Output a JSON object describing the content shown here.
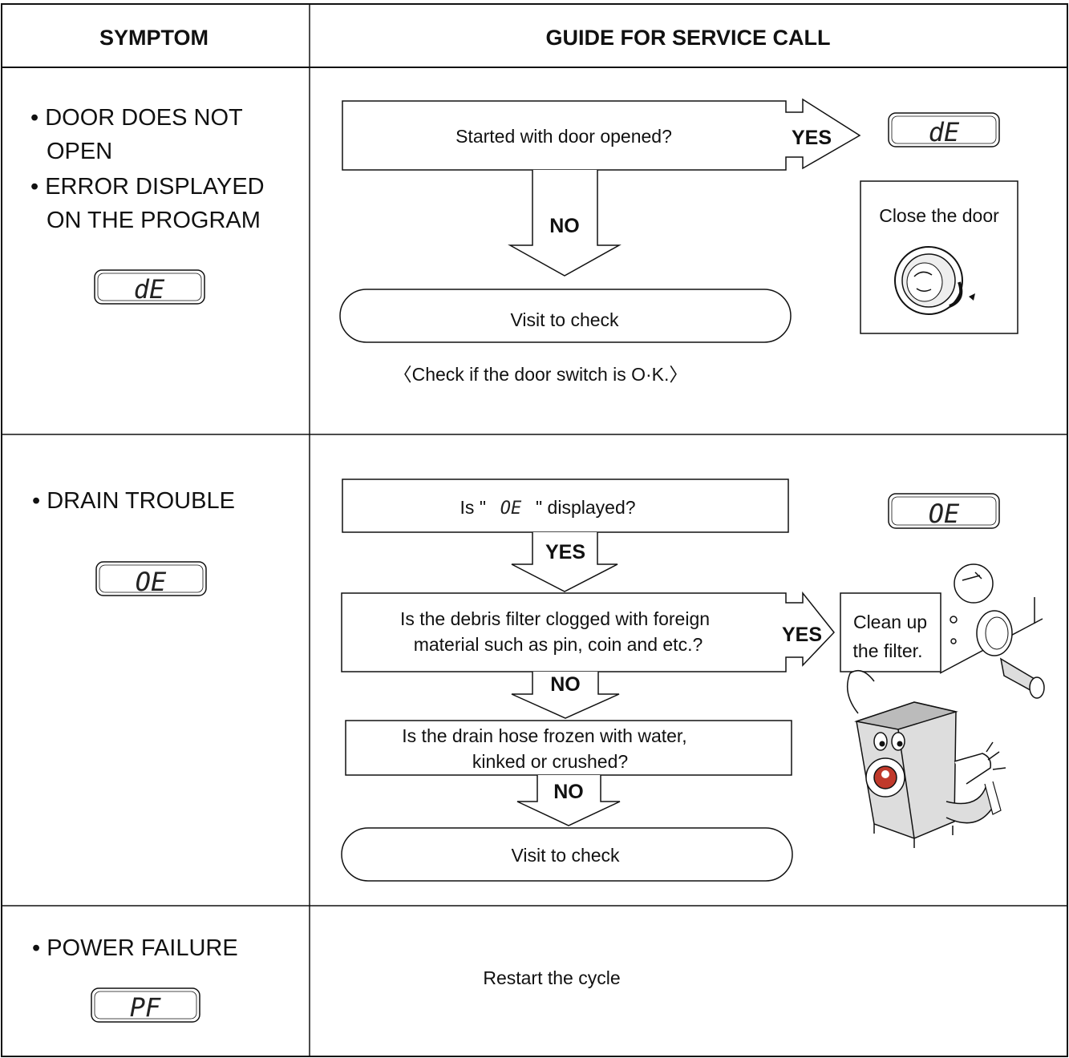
{
  "header": {
    "symptom": "SYMPTOM",
    "guide": "GUIDE FOR SERVICE CALL"
  },
  "rows": [
    {
      "symptom_lines": [
        "• DOOR DOES NOT",
        "OPEN",
        "• ERROR DISPLAYED",
        "ON THE PROGRAM"
      ],
      "display_code": "dE",
      "steps": {
        "question": "Started with door opened?",
        "yes": "YES",
        "no": "NO",
        "yes_display": "dE",
        "action": "Close the door",
        "visit": "Visit to check",
        "note": "〈Check if the door switch is O·K.〉"
      }
    },
    {
      "symptom_lines": [
        "• DRAIN TROUBLE"
      ],
      "display_code": "OE",
      "steps": {
        "q1_pre": "Is \"",
        "q1_code": "OE",
        "q1_post": "\" displayed?",
        "yes1": "YES",
        "q2_lines": [
          "Is the debris filter clogged with foreign",
          "material such as pin, coin and etc.?"
        ],
        "yes2": "YES",
        "action_lines": [
          "Clean up",
          "the filter."
        ],
        "no2": "NO",
        "q3_lines": [
          "Is the drain hose frozen with water,",
          "kinked or crushed?"
        ],
        "no3": "NO",
        "visit": "Visit to check",
        "side_display": "OE"
      }
    },
    {
      "symptom_lines": [
        "• POWER FAILURE"
      ],
      "display_code": "PF",
      "guide": "Restart the cycle"
    }
  ]
}
